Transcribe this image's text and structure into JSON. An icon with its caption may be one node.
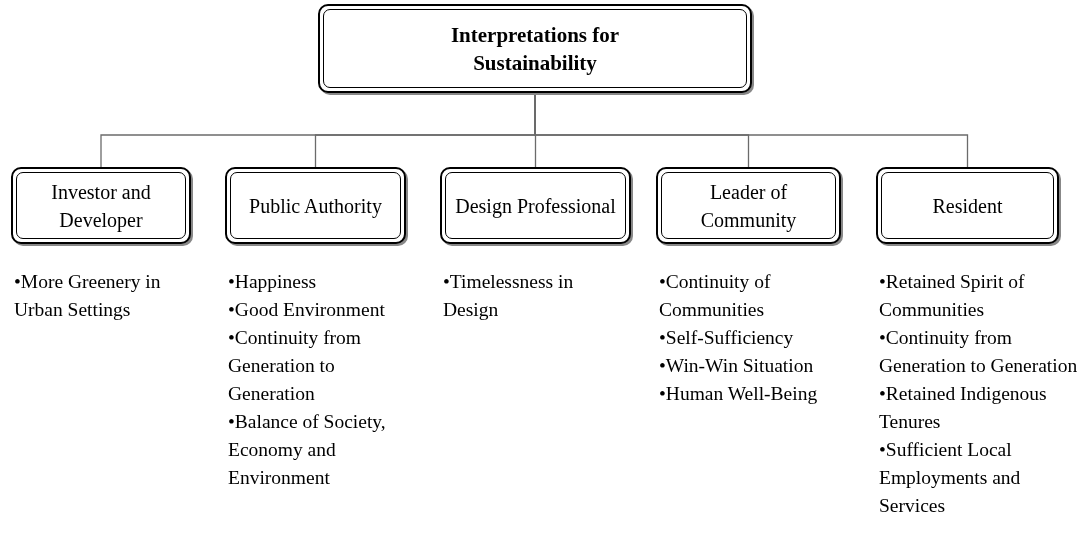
{
  "diagram": {
    "nodes": [
      {
        "text": [
          "Interpretations for Sustainability"
        ]
      },
      {
        "text": [
          "Investor and Developer"
        ],
        "beside": [
          "•More Greenery in Urban Settings"
        ]
      },
      {
        "text": [
          "Public Authority"
        ],
        "beside": [
          "•Happiness",
          "•Good Environment",
          "•Continuity from Generation to Generation",
          "•Balance of Society, Economy and Environment"
        ]
      },
      {
        "text": [
          "Design Professional"
        ],
        "beside": [
          "•Timelessness in Design"
        ]
      },
      {
        "text": [
          "Leader of Community"
        ],
        "beside": [
          "•Continuity of Communities",
          "•Self-Sufficiency",
          "•Win-Win Situation",
          "•Human Well-Being"
        ]
      },
      {
        "text": [
          "Resident"
        ],
        "beside": [
          "•Retained Spirit of Communities",
          "•Continuity from Generation to Generation",
          "•Retained Indigenous Tenures",
          "•Sufficient Local Employments and Services"
        ]
      }
    ],
    "edges": [
      {
        "from": 0,
        "to": 1,
        "arrow": "none"
      },
      {
        "from": 0,
        "to": 2,
        "arrow": "none"
      },
      {
        "from": 0,
        "to": 3,
        "arrow": "none"
      },
      {
        "from": 0,
        "to": 4,
        "arrow": "none"
      },
      {
        "from": 0,
        "to": 5,
        "arrow": "none"
      }
    ]
  }
}
